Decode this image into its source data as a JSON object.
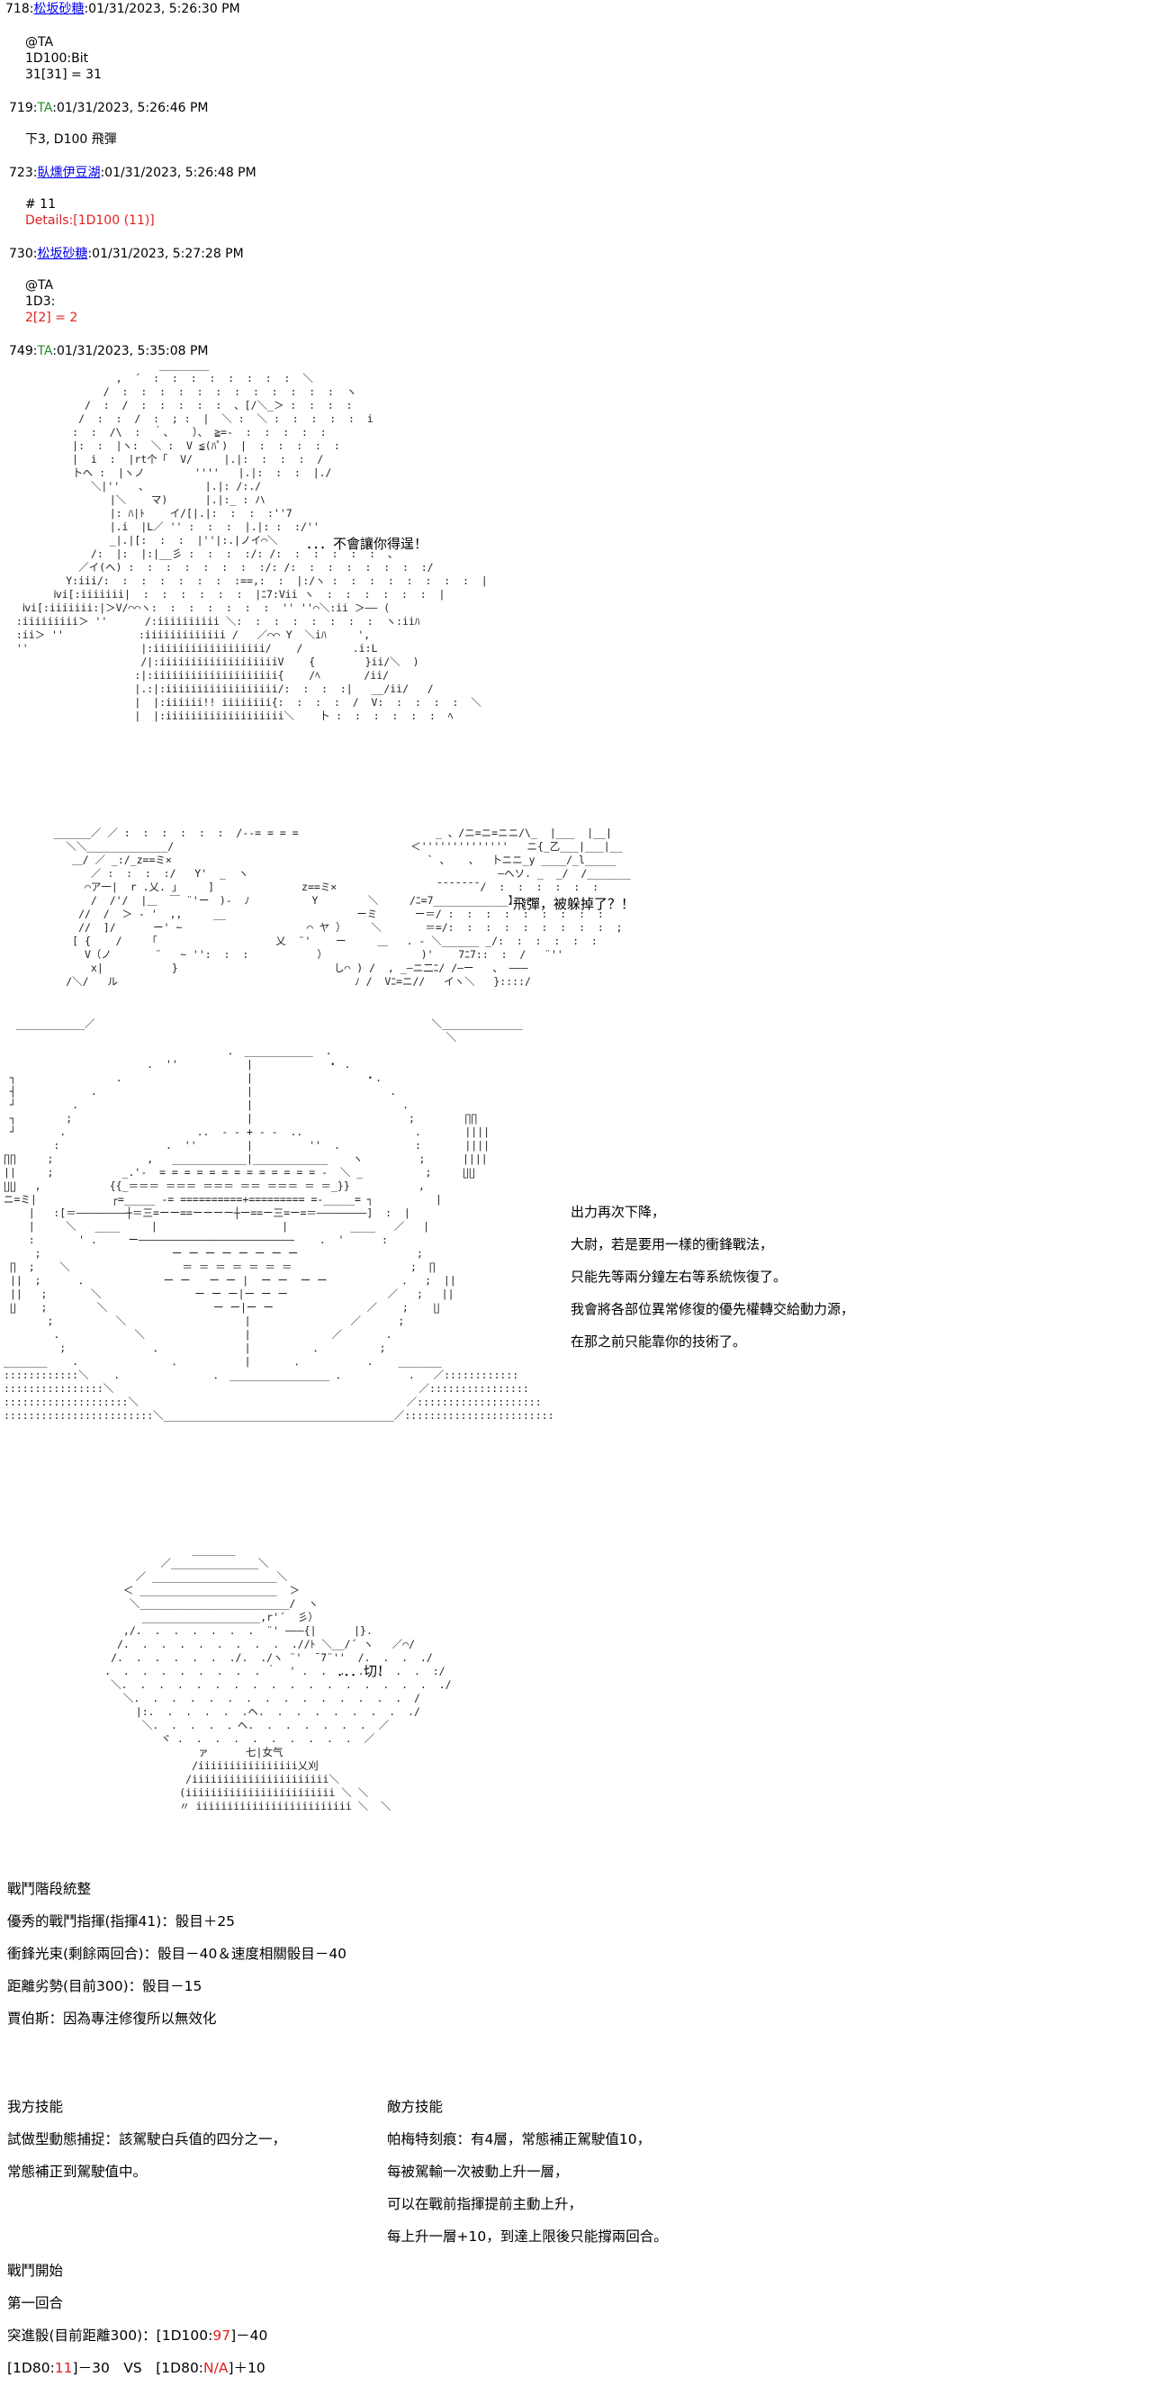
{
  "posts": [
    {
      "num": "718:",
      "name": "松坂砂糖",
      "time": ":01/31/2023, 5:26:30 PM",
      "lines": [
        "@TA",
        "1D100:Bit",
        "31[31] = 31"
      ]
    },
    {
      "num": "719:",
      "name": "TA",
      "time": ":01/31/2023, 5:26:46 PM",
      "lines": [
        "下3, D100 飛彈"
      ]
    },
    {
      "num": "723:",
      "name": "臥燻伊豆湖",
      "time": ":01/31/2023, 5:26:48 PM",
      "lines": [
        "# 11"
      ],
      "red_lines": [
        "Details:[1D100 (11)]"
      ]
    },
    {
      "num": "730:",
      "name": "松坂砂糖",
      "time": ":01/31/2023, 5:27:28 PM",
      "lines": [
        "@TA",
        "1D3:"
      ],
      "red_lines": [
        "2[2] = 2"
      ]
    },
    {
      "num": "749:",
      "name": "TA",
      "time": ":01/31/2023, 5:35:08 PM"
    }
  ],
  "speech": {
    "s1": "．．．不會讓你得逞！",
    "s2": "飛彈，被躲掉了？！",
    "s3": [
      "出力再次下降，",
      "大尉，若是要用一樣的衝鋒戰法，",
      "只能先等兩分鐘左右等系統恢復了。",
      "我會將各部位異常修復的優先權轉交給動力源，",
      "在那之前只能靠你的技術了。"
    ],
    "s4": "．．．切！"
  },
  "battle": {
    "adjust_title": "戰鬥階段統整",
    "adjust_lines": [
      "優秀的戰鬥指揮(指揮41)：骰目＋25",
      "衝鋒光束(剩餘兩回合)：骰目－40＆速度相關骰目－40",
      "距離劣勢(目前300)：骰目－15",
      "賈伯斯：因為專注修復所以無效化"
    ],
    "our_skills_title": "我方技能",
    "our_skills": [
      "試做型動態捕捉：該駕駛白兵值的四分之一，",
      "常態補正到駕駛值中。"
    ],
    "enemy_skills_title": "敵方技能",
    "enemy_skills": [
      "帕梅特刻痕：有4層，常態補正駕駛值10，",
      "每被駕輸一次被動上升一層，",
      "可以在戰前指揮提前主動上升，",
      "每上升一層+10，到達上限後只能撐兩回合。"
    ],
    "start_title": "戰鬥開始",
    "round": "第一回合",
    "assault_prefix": "突進骰(目前距離300)：[1D100:",
    "assault_roll": "97",
    "assault_suffix": "]－40",
    "vs_left_prefix": "[1D80:",
    "vs_left_roll": "11",
    "vs_left_suffix": "]－30　VS　[1D80:",
    "vs_right_roll": "N/A",
    "vs_right_suffix": "]＋10"
  },
  "colors": {
    "link": "#0000ee",
    "green": "#2a8a2a",
    "red": "#e02020"
  }
}
